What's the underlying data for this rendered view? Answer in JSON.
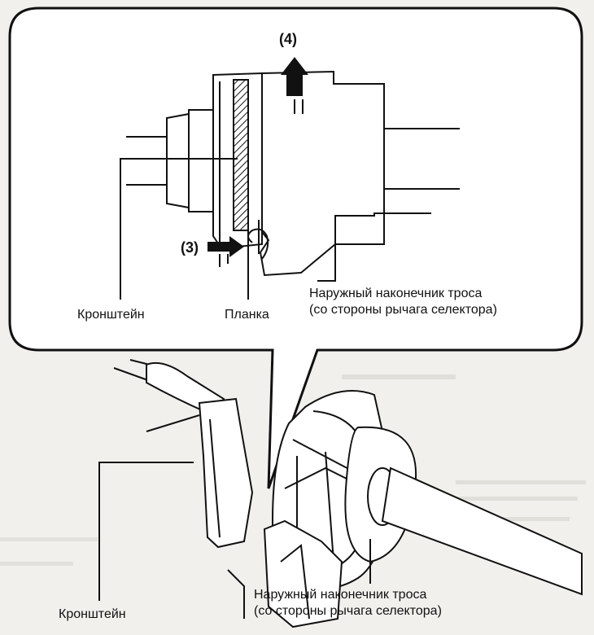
{
  "steps": {
    "step3": "(3)",
    "step4": "(4)"
  },
  "callout_labels": {
    "bracket": "Кронштейн",
    "plate": "Планка",
    "outer_end_line1": "Наружный наконечник троса",
    "outer_end_line2": "(со стороны рычага селектора)"
  },
  "main_labels": {
    "bracket": "Кронштейн",
    "outer_end_line1": "Наружный наконечник троса",
    "outer_end_line2": "(со стороны рычага селектора)"
  }
}
